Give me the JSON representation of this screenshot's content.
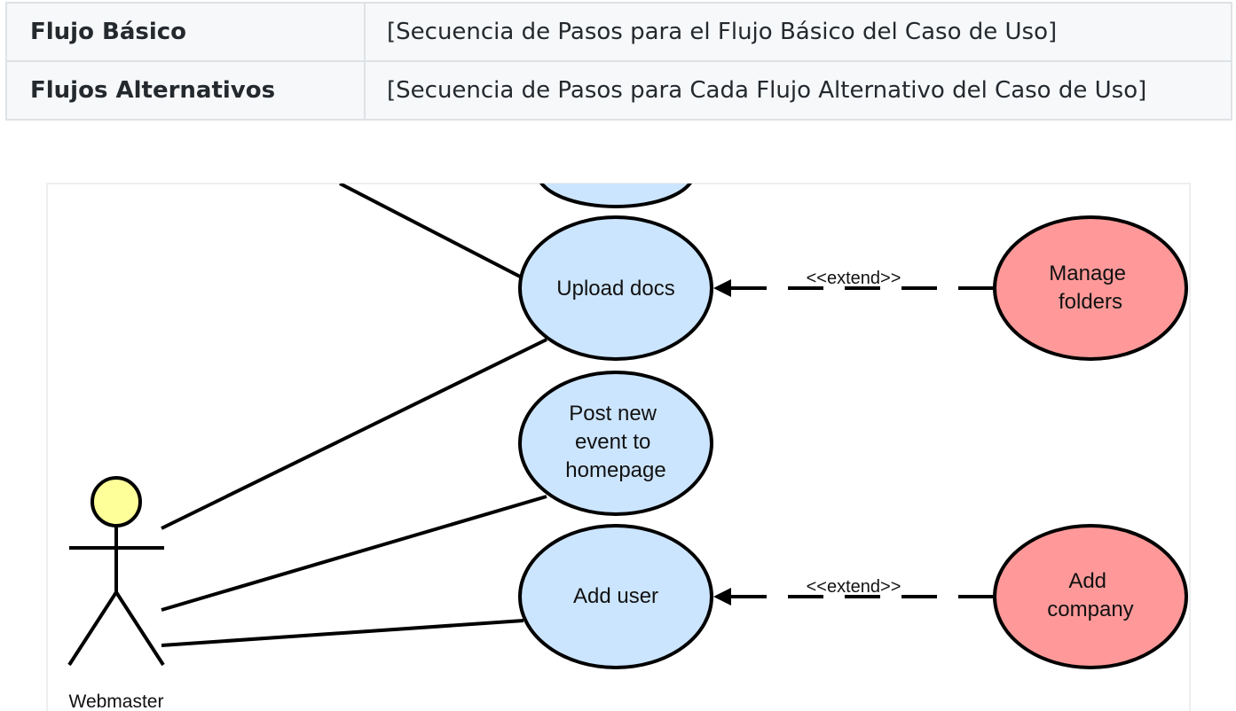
{
  "table": {
    "rows": [
      {
        "key": "Flujo Básico",
        "value": "[Secuencia de Pasos para el Flujo Básico del Caso de Uso]"
      },
      {
        "key": "Flujos Alternativos",
        "value": "[Secuencia de Pasos para Cada Flujo Alternativo del Caso de Uso]"
      }
    ]
  },
  "diagram": {
    "actor": {
      "label": "Webmaster"
    },
    "use_cases": {
      "upload_docs": {
        "lines": [
          "Upload docs"
        ]
      },
      "post_event": {
        "lines": [
          "Post new",
          "event to",
          "homepage"
        ]
      },
      "add_user": {
        "lines": [
          "Add user"
        ]
      },
      "manage_folders": {
        "lines": [
          "Manage",
          "folders"
        ]
      },
      "add_company": {
        "lines": [
          "Add",
          "company"
        ]
      }
    },
    "relations": {
      "extend_label_1": "<<extend>>",
      "extend_label_2": "<<extend>>"
    },
    "colors": {
      "primary_use_case_fill": "#cce5ff",
      "extension_use_case_fill": "#ff9999",
      "actor_head_fill": "#ffff99",
      "stroke": "#000000"
    }
  }
}
